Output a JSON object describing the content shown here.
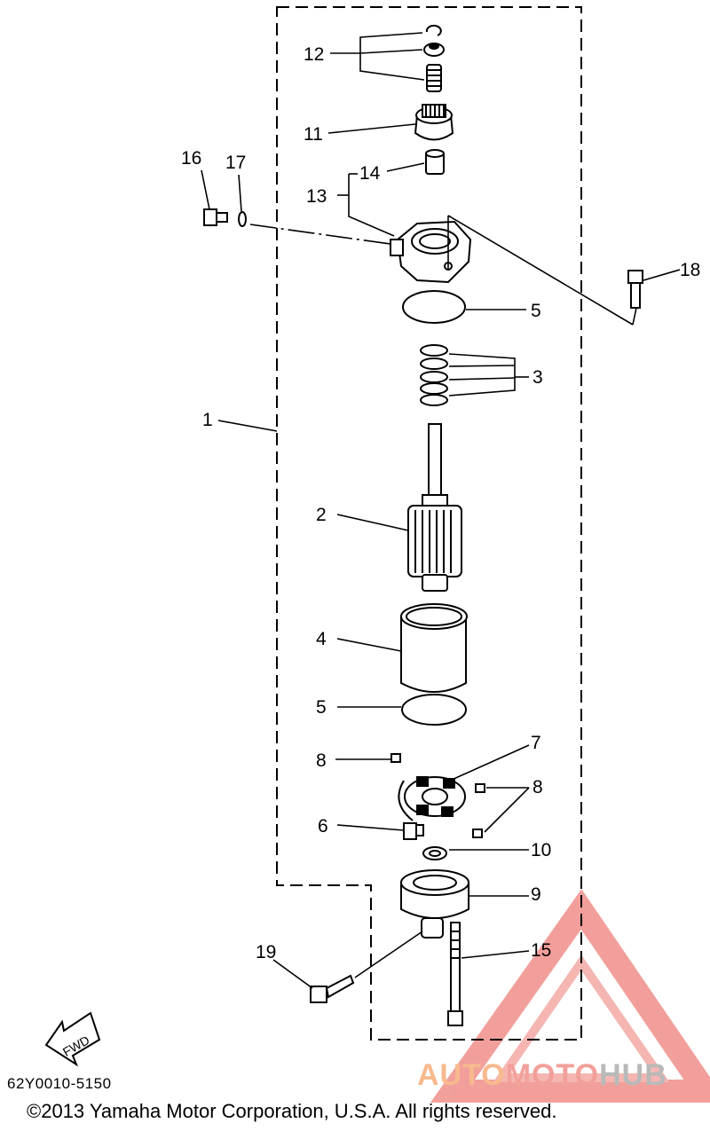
{
  "diagram": {
    "callouts": [
      "1",
      "2",
      "3",
      "4",
      "5",
      "5",
      "6",
      "7",
      "8",
      "8",
      "9",
      "10",
      "11",
      "12",
      "13",
      "14",
      "15",
      "16",
      "17",
      "18",
      "19"
    ],
    "fwd_label": "FWD",
    "part_code": "62Y0010-5150",
    "copyright": "©2013 Yamaha Motor Corporation, U.S.A. All rights reserved."
  },
  "watermark": {
    "part1": "AUTO",
    "part2": "MOTO",
    "part3": "HUB",
    "colors": {
      "orange": "#f7b98e",
      "red": "#f2a09a",
      "gray": "#b9b9b9"
    }
  }
}
